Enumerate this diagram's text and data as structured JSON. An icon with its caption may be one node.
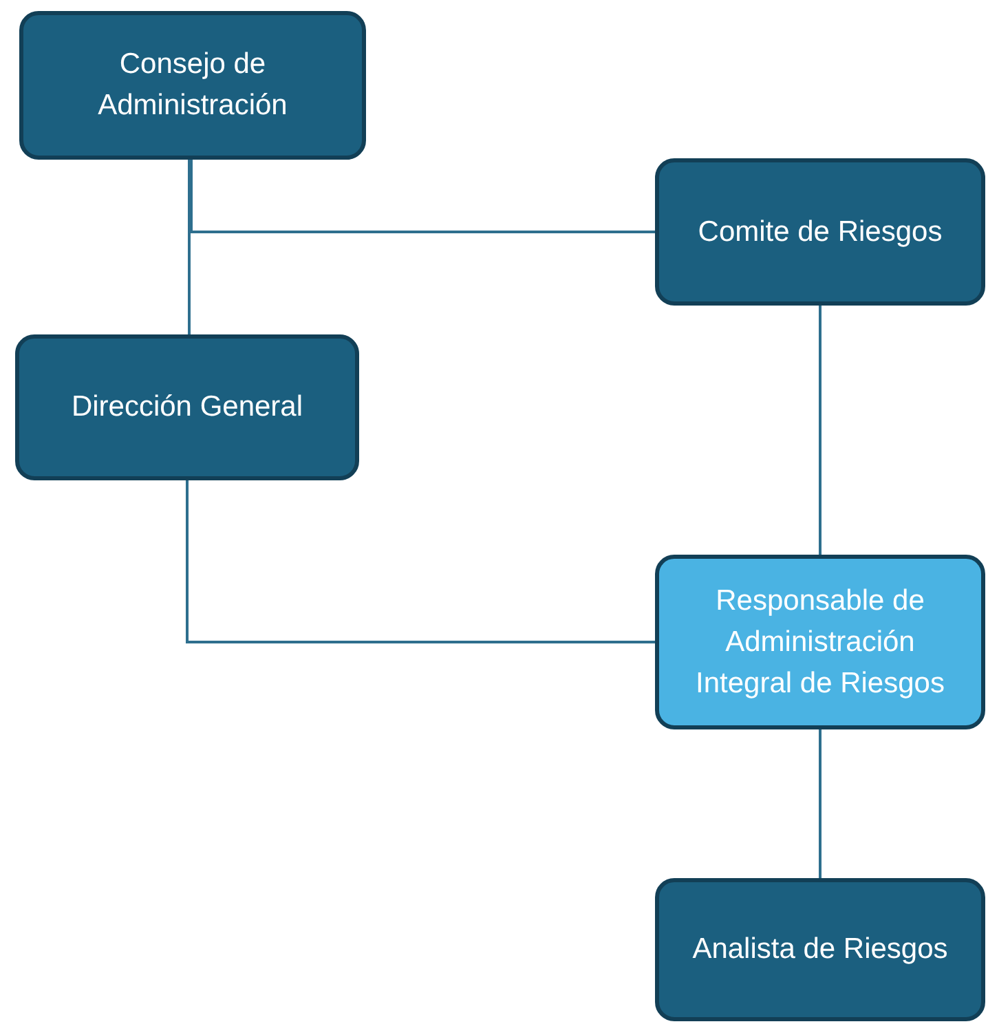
{
  "diagram": {
    "nodes": [
      {
        "text": [
          "Consejo de Administración"
        ]
      },
      {
        "text": [
          "Comite de Riesgos"
        ]
      },
      {
        "text": [
          "Dirección General"
        ]
      },
      {
        "text": [
          "Responsable de Administración Integral de Riesgos"
        ]
      },
      {
        "text": [
          "Analista de Riesgos"
        ]
      }
    ],
    "edges": [
      {
        "from": 0,
        "to": 2,
        "arrow": "none"
      },
      {
        "from": 0,
        "to": 1,
        "arrow": "none"
      },
      {
        "from": 2,
        "to": 3,
        "arrow": "none"
      },
      {
        "from": 1,
        "to": 3,
        "arrow": "none"
      },
      {
        "from": 3,
        "to": 4,
        "arrow": "none"
      }
    ]
  }
}
